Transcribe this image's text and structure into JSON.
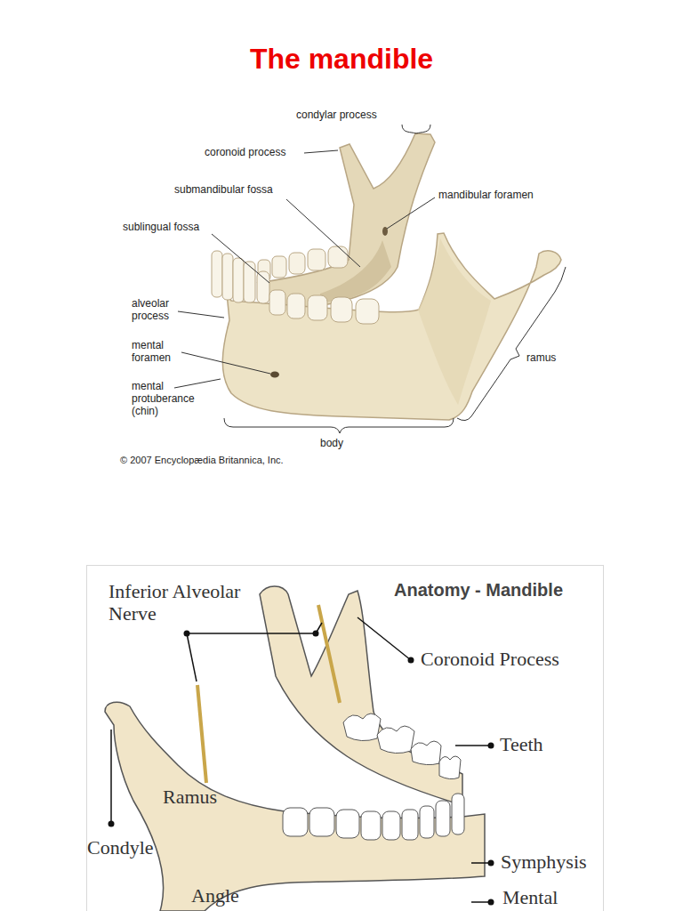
{
  "diagram": {
    "title": "The mandible",
    "labels": [
      "condylar process",
      "coronoid process",
      "submandibular fossa",
      "mandibular foramen",
      "sublingual fossa",
      "alveolar process",
      "mental foramen",
      "mental protuberance (chin)",
      "ramus",
      "body",
      "© 2007 Encyclopædia Britannica, Inc.",
      "Anatomy - Mandible",
      "Inferior Alveolar Nerve",
      "Coronoid Process",
      "Teeth",
      "Ramus",
      "Condyle",
      "Symphysis",
      "Angle",
      "Mental"
    ]
  }
}
